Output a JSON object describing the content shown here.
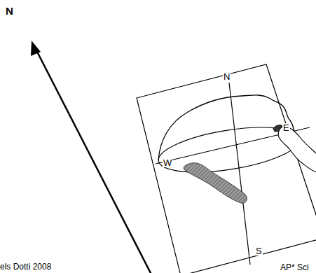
{
  "diagram": {
    "labels": [
      "N",
      "N",
      "W",
      "E",
      "S",
      "els Dotti 2008",
      "AP* Sci"
    ]
  }
}
